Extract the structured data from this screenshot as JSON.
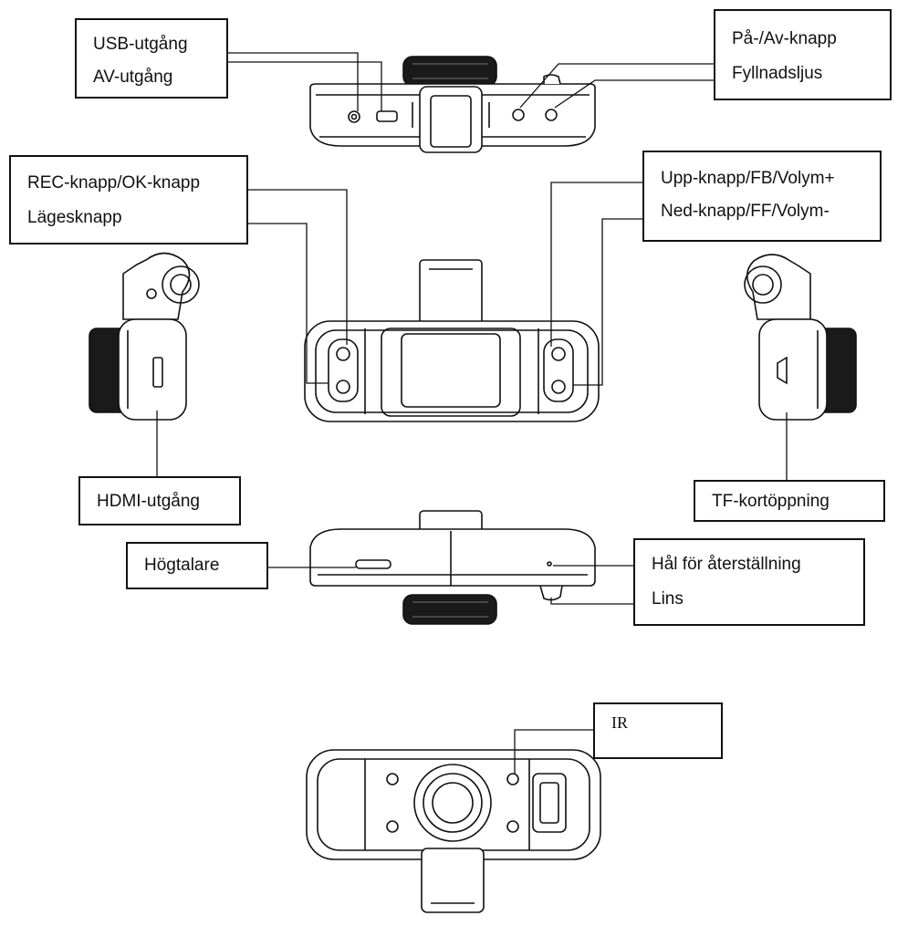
{
  "labels": {
    "usb_out": "USB-utgång",
    "av_out": "AV-utgång",
    "power_button": "På-/Av-knapp",
    "fill_light": "Fyllnadsljus",
    "rec_ok_button": "REC-knapp/OK-knapp",
    "mode_button": "Lägesknapp",
    "up_button": "Upp-knapp/FB/Volym+",
    "down_button": "Ned-knapp/FF/Volym-",
    "hdmi_out": "HDMI-utgång",
    "tf_slot": "TF-kortöppning",
    "speaker": "Högtalare",
    "reset_hole": "Hål för återställning",
    "lens": "Lins",
    "ir": "IR"
  },
  "colors": {
    "line": "#111111",
    "strap": "#1a1a1a",
    "background": "#ffffff"
  }
}
